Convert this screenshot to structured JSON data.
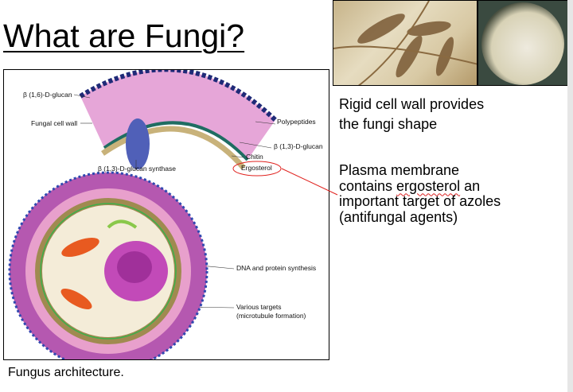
{
  "slide": {
    "title": "What are Fungi?",
    "caption": "Fungus architecture.",
    "point1": {
      "line1": "Rigid cell wall provides",
      "line2": "the fungi shape"
    },
    "point2": {
      "line1": "Plasma membrane",
      "line2_pre": "contains ",
      "line2_word": "ergosterol",
      "line2_post": " an",
      "line3": "important target of azoles",
      "line4": "(antifungal agents)"
    }
  },
  "diagram": {
    "labels": {
      "b16": "β (1,6)-D-glucan",
      "wall": "Fungal cell wall",
      "poly": "Polypeptides",
      "b13": "β (1,3)-D-glucan",
      "chitin": "Chitin",
      "ergo": "Ergosterol",
      "synthase": "β (1,3)-D-glucan synthase",
      "dna": "DNA and protein synthesis",
      "targets1": "Various targets",
      "targets2": "(microtubule formation)"
    },
    "highlight_color": "#e0231f"
  }
}
